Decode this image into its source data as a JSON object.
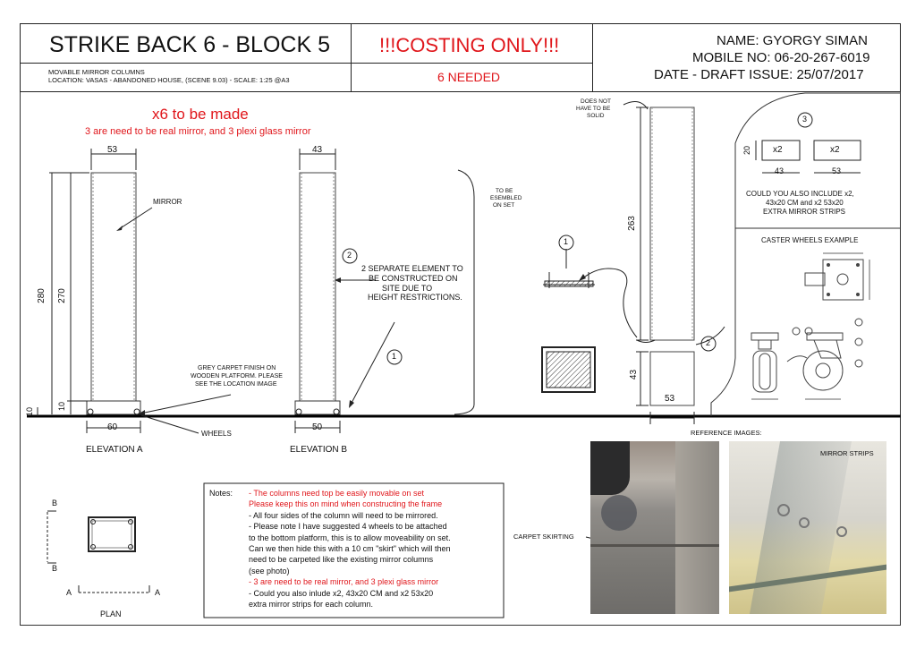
{
  "title_block": {
    "project_title": "STRIKE BACK 6 - BLOCK 5",
    "subtitle_line1": "MOVABLE MIRROR COLUMNS",
    "subtitle_line2": "LOCATION: VASAS - ABANDONED HOUSE, (SCENE 9.03) - SCALE: 1:25 @A3",
    "costing": "!!!COSTING ONLY!!!",
    "needed": "6 NEEDED",
    "name": "NAME: GYORGY SIMAN",
    "mobile": "MOBILE NO: 06-20-267-6019",
    "date": "DATE - DRAFT ISSUE: 25/07/2017"
  },
  "headline": {
    "main": "x6 to be made",
    "sub": "3 are need to be real mirror, and 3 plexi glass mirror"
  },
  "elevation_a": {
    "label": "ELEVATION A",
    "width_top": "53",
    "width_bottom": "60",
    "height_total": "280",
    "height_mirror": "270",
    "height_base": "10",
    "height_floor": "10",
    "mirror_label": "MIRROR",
    "wheels_label": "WHEELS"
  },
  "elevation_b": {
    "label": "ELEVATION B",
    "width_top": "43",
    "width_bottom": "50"
  },
  "annotations": {
    "carpet_note_1": "GREY CARPET FINISH ON",
    "carpet_note_2": "WOODEN PLATFORM. PLEASE",
    "carpet_note_3": "SEE THE LOCATION IMAGE",
    "separate_1": "2 SEPARATE ELEMENT TO",
    "separate_2": "BE CONSTRUCTED ON",
    "separate_3": "SITE DUE TO",
    "separate_4": "HEIGHT RESTRICTIONS.",
    "assembled_1": "TO BE",
    "assembled_2": "ESEMBLED",
    "assembled_3": "ON SET",
    "solid_1": "DOES NOT",
    "solid_2": "HAVE TO BE",
    "solid_3": "SOLID",
    "callout_1": "1",
    "callout_2": "2",
    "callout_3": "3"
  },
  "section_detail": {
    "height_upper": "263",
    "height_lower": "43",
    "width": "53"
  },
  "strips": {
    "label_20": "20",
    "label_x2": "x2",
    "label_43": "43",
    "label_53": "53",
    "text_1": "COULD YOU ALSO INCLUDE x2,",
    "text_2": "43x20 CM and x2 53x20",
    "text_3": "EXTRA MIRROR STRIPS"
  },
  "caster": {
    "title": "CASTER WHEELS EXAMPLE"
  },
  "plan": {
    "label": "PLAN",
    "mark_a": "A",
    "mark_b": "B"
  },
  "notes": {
    "heading": "Notes:",
    "lines": [
      {
        "text": "- The columns need top be easily movable on set",
        "color": "#e0161b"
      },
      {
        "text": "   Please keep this on mind when constructing the frame",
        "color": "#e0161b"
      },
      {
        "text": "- All four sides of the column will need to be mirrored.",
        "color": "#111111"
      },
      {
        "text": "- Please note I have suggested 4 wheels to be attached",
        "color": "#111111"
      },
      {
        "text": "  to the bottom platform, this is to allow moveability on set.",
        "color": "#111111"
      },
      {
        "text": "  Can we then hide this with a 10 cm \"skirt\" which will then",
        "color": "#111111"
      },
      {
        "text": "  need to be carpeted like the existing mirror columns",
        "color": "#111111"
      },
      {
        "text": "  (see photo)",
        "color": "#111111"
      },
      {
        "text": "- 3 are need to be real mirror, and 3 plexi glass mirror",
        "color": "#e0161b"
      },
      {
        "text": "- Could you also inlude x2, 43x20 CM and x2 53x20",
        "color": "#111111"
      },
      {
        "text": "  extra mirror strips for each column.",
        "color": "#111111"
      }
    ]
  },
  "reference": {
    "title": "REFERENCE IMAGES:",
    "carpet_label": "CARPET SKIRTING",
    "mirror_label": "MIRROR STRIPS"
  },
  "colors": {
    "accent_red": "#e0161b",
    "line": "#222222"
  }
}
